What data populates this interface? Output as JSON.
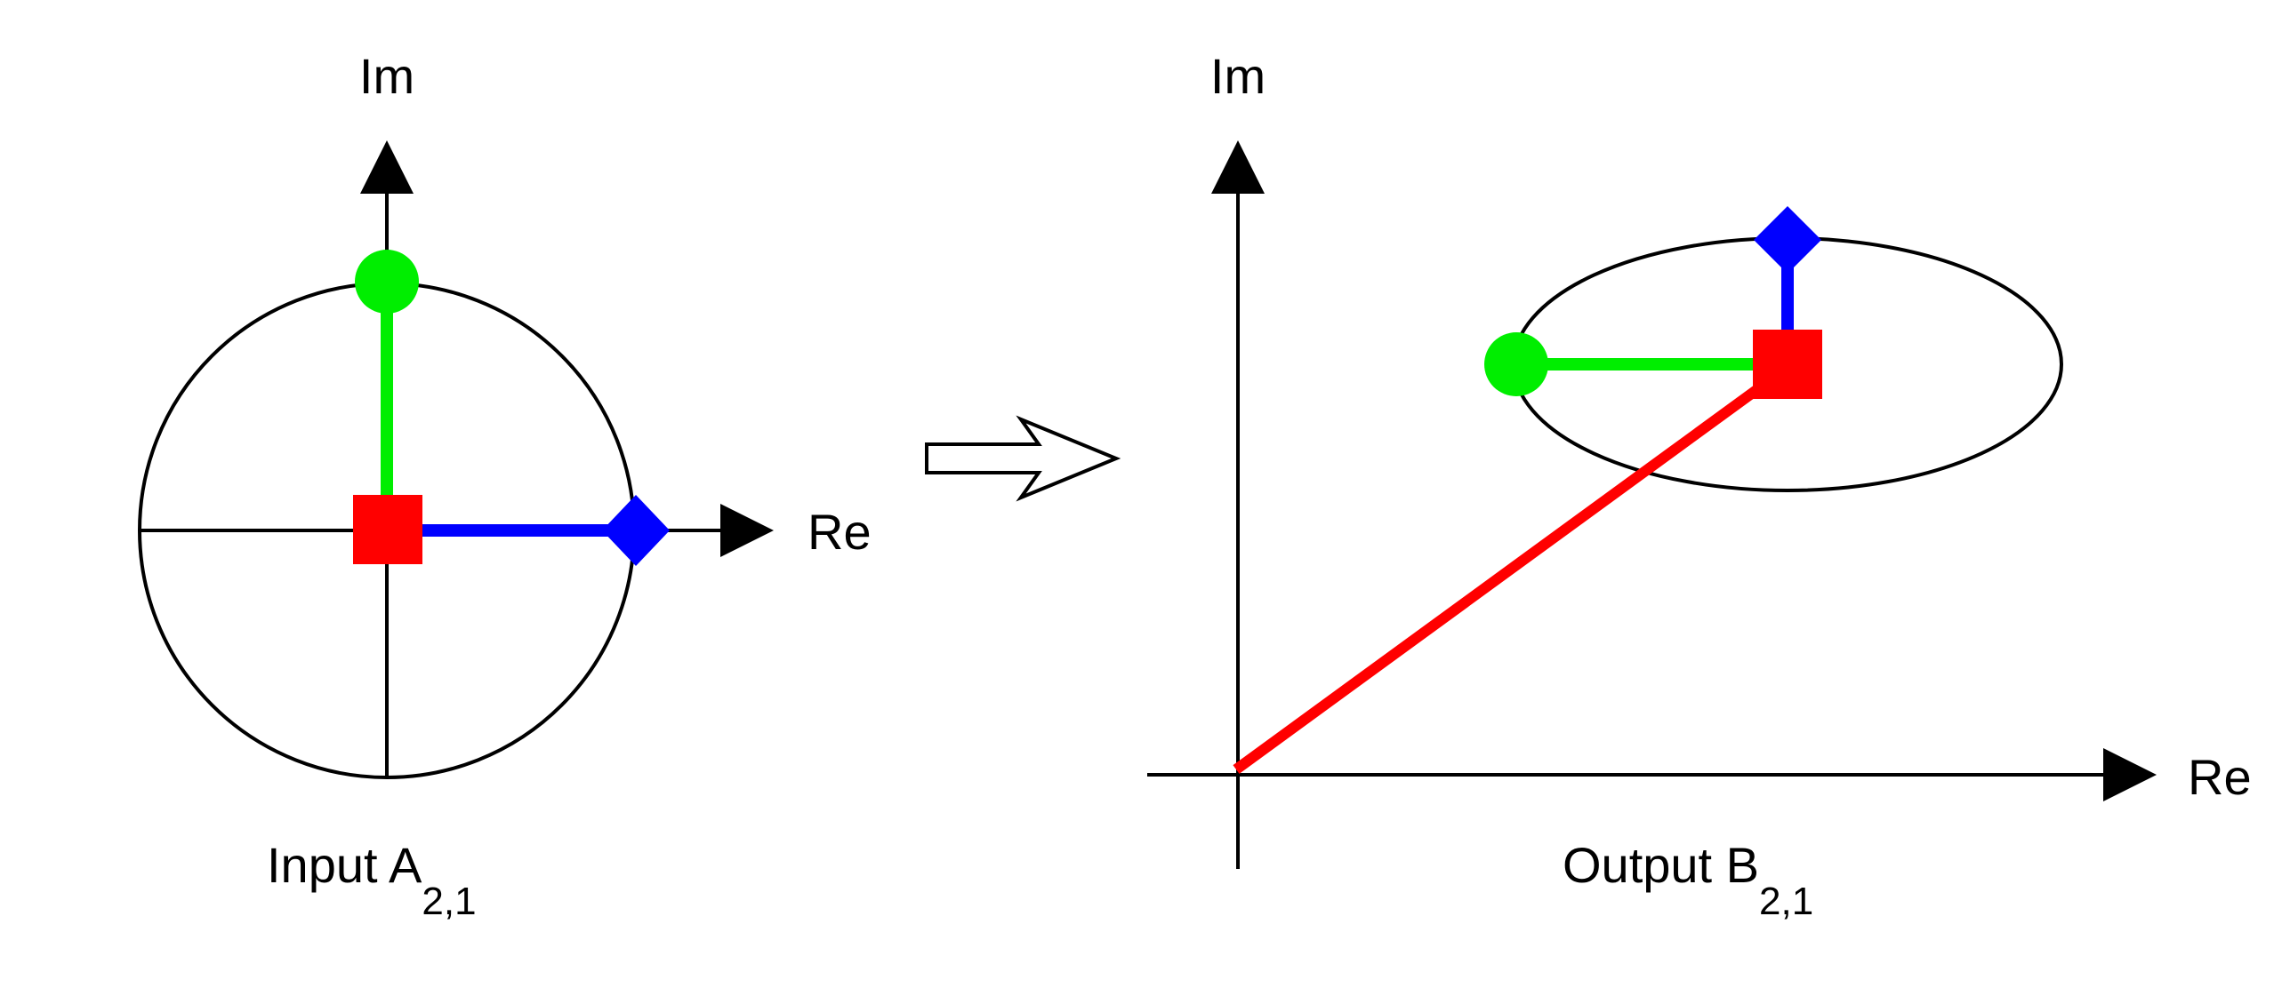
{
  "input_plane": {
    "im_label": "Im",
    "re_label": "Re",
    "caption": "Input A",
    "caption_subscript": "2,1"
  },
  "output_plane": {
    "im_label": "Im",
    "re_label": "Re",
    "caption": "Output B",
    "caption_subscript": "2,1"
  },
  "colors": {
    "center_marker": "#ff0000",
    "imaginary_marker": "#00ee00",
    "real_marker": "#0000ff",
    "outline": "#000000"
  },
  "markers": {
    "center": "red-square",
    "imaginary": "green-circle",
    "real": "blue-diamond"
  },
  "transform_arrow": "hollow-right-arrow"
}
